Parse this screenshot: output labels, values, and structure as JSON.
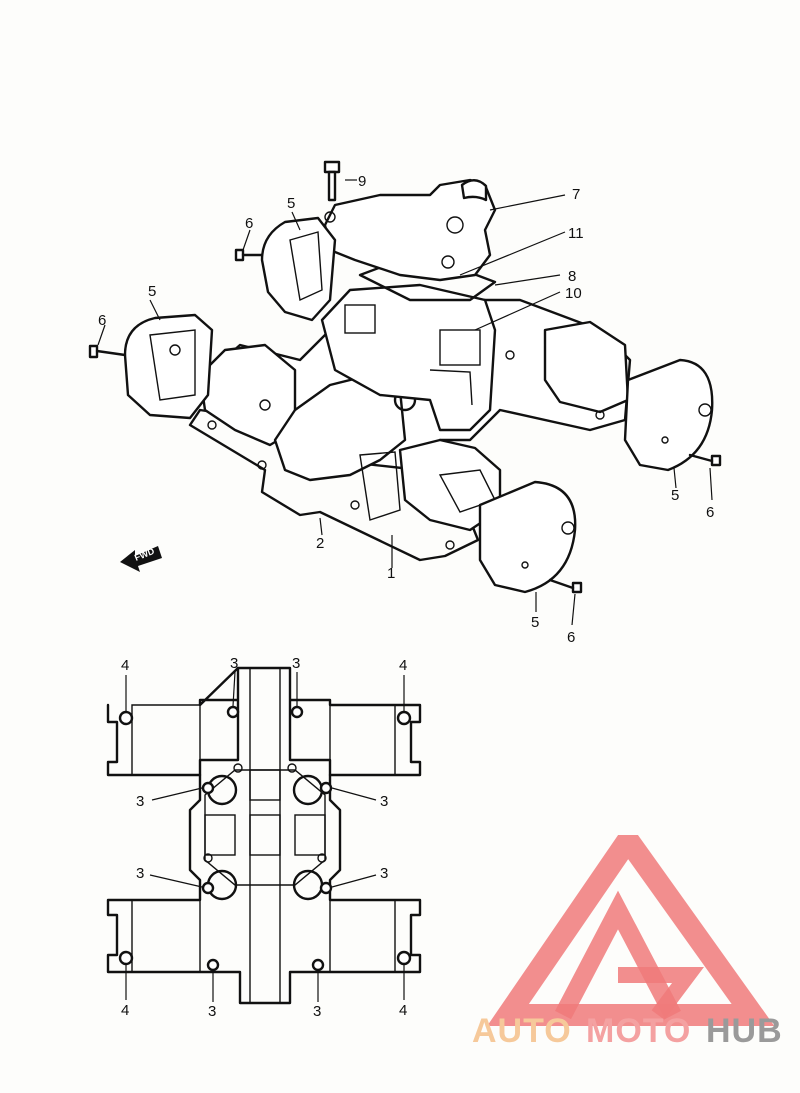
{
  "callouts": {
    "c1": "1",
    "c2": "2",
    "c5a": "5",
    "c5b": "5",
    "c5c": "5",
    "c5d": "5",
    "c6a": "6",
    "c6b": "6",
    "c6c": "6",
    "c6d": "6",
    "c7": "7",
    "c8": "8",
    "c9": "9",
    "c10": "10",
    "c11": "11"
  },
  "gasket_callouts": {
    "g4a": "4",
    "g4b": "4",
    "g4c": "4",
    "g4d": "4",
    "g3a": "3",
    "g3b": "3",
    "g3c": "3",
    "g3d": "3",
    "g3e": "3",
    "g3f": "3",
    "g3g": "3",
    "g3h": "3"
  },
  "fwd_arrow": {
    "label": "FWD"
  },
  "watermark": {
    "part1": "AUTO",
    "part2": "MOTO",
    "part3": "HUB",
    "colors": {
      "part1": "#f6c99a",
      "part2": "#f4a1a1",
      "part3": "#9a9a9a",
      "logo": "#f07a7a"
    }
  }
}
